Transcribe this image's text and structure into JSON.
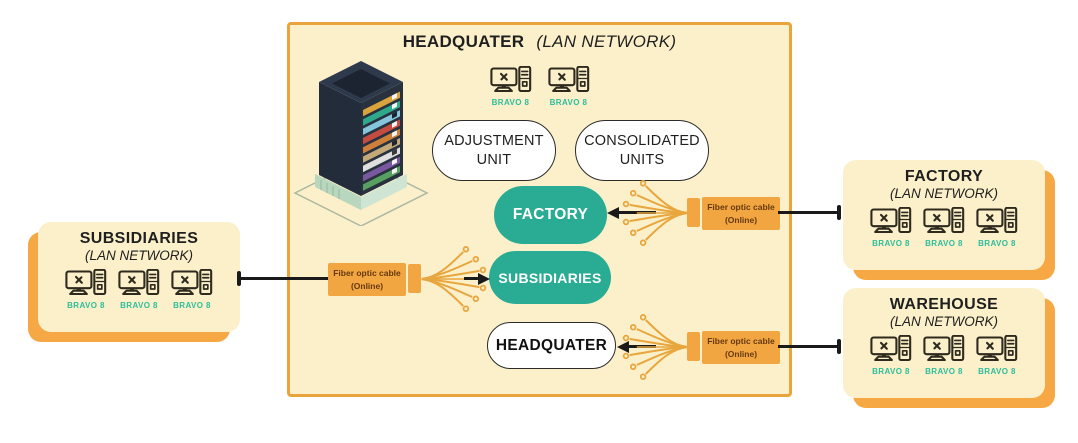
{
  "headquarter": {
    "title": "HEADQUATER",
    "subtitle": "(LAN NETWORK)",
    "computers": [
      "BRAVO 8",
      "BRAVO 8"
    ],
    "units": [
      {
        "lines": [
          "ADJUSTMENT",
          "UNIT"
        ]
      },
      {
        "lines": [
          "CONSOLIDATED",
          "UNITS"
        ]
      }
    ],
    "gateways": [
      {
        "label": "FACTORY"
      },
      {
        "label": "SUBSIDIARIES"
      },
      {
        "label": "HEADQUATER"
      }
    ]
  },
  "sites": {
    "subsidiaries": {
      "title": "SUBSIDIARIES",
      "subtitle": "(LAN NETWORK)",
      "computers": [
        "BRAVO 8",
        "BRAVO 8",
        "BRAVO 8"
      ]
    },
    "factory": {
      "title": "FACTORY",
      "subtitle": "(LAN NETWORK)",
      "computers": [
        "BRAVO 8",
        "BRAVO 8",
        "BRAVO 8"
      ]
    },
    "warehouse": {
      "title": "WAREHOUSE",
      "subtitle": "(LAN NETWORK)",
      "computers": [
        "BRAVO 8",
        "BRAVO 8",
        "BRAVO 8"
      ]
    }
  },
  "connections": {
    "subsidiaries": {
      "line1": "Fiber optic cable",
      "line2": "(Online)"
    },
    "factory": {
      "line1": "Fiber optic cable",
      "line2": "(Online)"
    },
    "warehouse": {
      "line1": "Fiber optic cable",
      "line2": "(Online)"
    }
  },
  "colors": {
    "panel_fill": "#FBF0CA",
    "panel_border": "#E9A43B",
    "box_shadow_orange": "#F5A843",
    "cable_orange": "#F2A641",
    "cable_text": "#66390F",
    "teal_node": "#2AAB93",
    "bravo_label_teal": "#2EBD9B",
    "line_black": "#1A1A1A"
  }
}
